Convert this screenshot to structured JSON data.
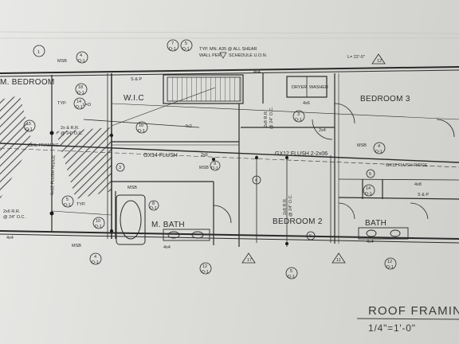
{
  "plan": {
    "rooms": {
      "m_bedroom": "M. BEDROOM",
      "wic": "W.I.C",
      "bedroom3": "BEDROOM 3",
      "bedroom2": "BEDROOM 2",
      "m_bath": "M. BATH",
      "bath": "BATH",
      "dryer": "DRYER",
      "washer": "WASHER"
    },
    "notes": {
      "typ_shear": "TYP. MN. A35 @ ALL SHEAR",
      "wall_per": "WALL PER",
      "schedule": "SCHEDULE U.O.N.",
      "elev": "L= 22'-0\"",
      "sp_top": "S & P",
      "sp_right": "S & P",
      "ceil_framing": "CEIL FRAMING",
      "flush_ridge_left": "6x12 FLUSH RIDGE",
      "flush_left": "GX14 FLUSH",
      "flush_mid": "GX12 FLUSH 2-2x06",
      "flush_ridge_right": "GX12 FLUSH RIDGE",
      "rr_top": "2x & R.R.",
      "rr_top_oc": "@ 24\" O.C.",
      "rr_left": "2x6 R.R.",
      "rr_left_oc": "@ 24\" O.C.",
      "rr_vert1": "2x8 R.R.",
      "rr_vert1_oc": "@ 24\" O.C.",
      "rr_vert2": "2x8 R.R.",
      "rr_vert2_oc": "@ 24\" O.C.",
      "typ_a": "TYP.",
      "typ_b": "TYP.",
      "msb_a": "MSB",
      "msb_b": "MSB",
      "msb_c": "MSB",
      "msb_d": "MSB",
      "msb_e": "MSB",
      "lbl_4x4": "4x4",
      "lbl_4x6": "4x6",
      "lbl_4x8": "4x8",
      "lbl_2x6": "2x6",
      "lbl_2x4": "2x4",
      "lbl_4x2": "4x2",
      "lbl_ld": "L=D",
      "sheet_ref": "D-1",
      "bub_1": "1",
      "bub_3": "3",
      "bub_4": "4",
      "bub_5": "5",
      "bub_6": "6",
      "bub_7": "7",
      "bub_8": "8",
      "bub_9": "9",
      "bub_10": "10",
      "bub_11": "11",
      "bub_12": "12",
      "bub_14": "14",
      "bub_15": "15",
      "bub_16": "16",
      "bub_17": "17",
      "bub_18": "18"
    },
    "title": "ROOF FRAMING",
    "scale": "1/4\"=1'-0\""
  },
  "colors": {
    "ink": "#2c2c2c",
    "paper": "#e3e3e0"
  }
}
